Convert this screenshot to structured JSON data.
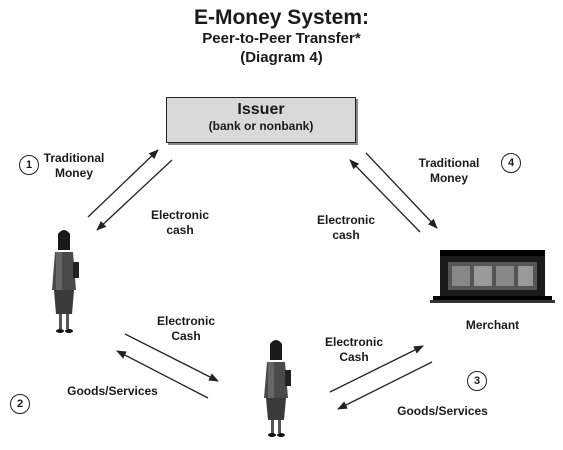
{
  "title": {
    "main": "E-Money System:",
    "line2": "Peer-to-Peer Transfer*",
    "line3": "(Diagram 4)"
  },
  "issuer": {
    "name": "Issuer",
    "sub": "(bank or nonbank)"
  },
  "steps": [
    "1",
    "2",
    "3",
    "4"
  ],
  "labels": {
    "traditional_money_left": "Traditional Money",
    "electronic_cash_left": "Electronic cash",
    "electronic_cash_right": "Electronic cash",
    "traditional_money_right": "Traditional Money",
    "electronic_cash_mid_left": "Electronic Cash",
    "goods_services_left": "Goods/Services",
    "electronic_cash_mid_right": "Electronic Cash",
    "goods_services_right": "Goods/Services",
    "merchant": "Merchant"
  },
  "colors": {
    "line": "#222222",
    "issuer_fill": "#d9d9d9"
  }
}
